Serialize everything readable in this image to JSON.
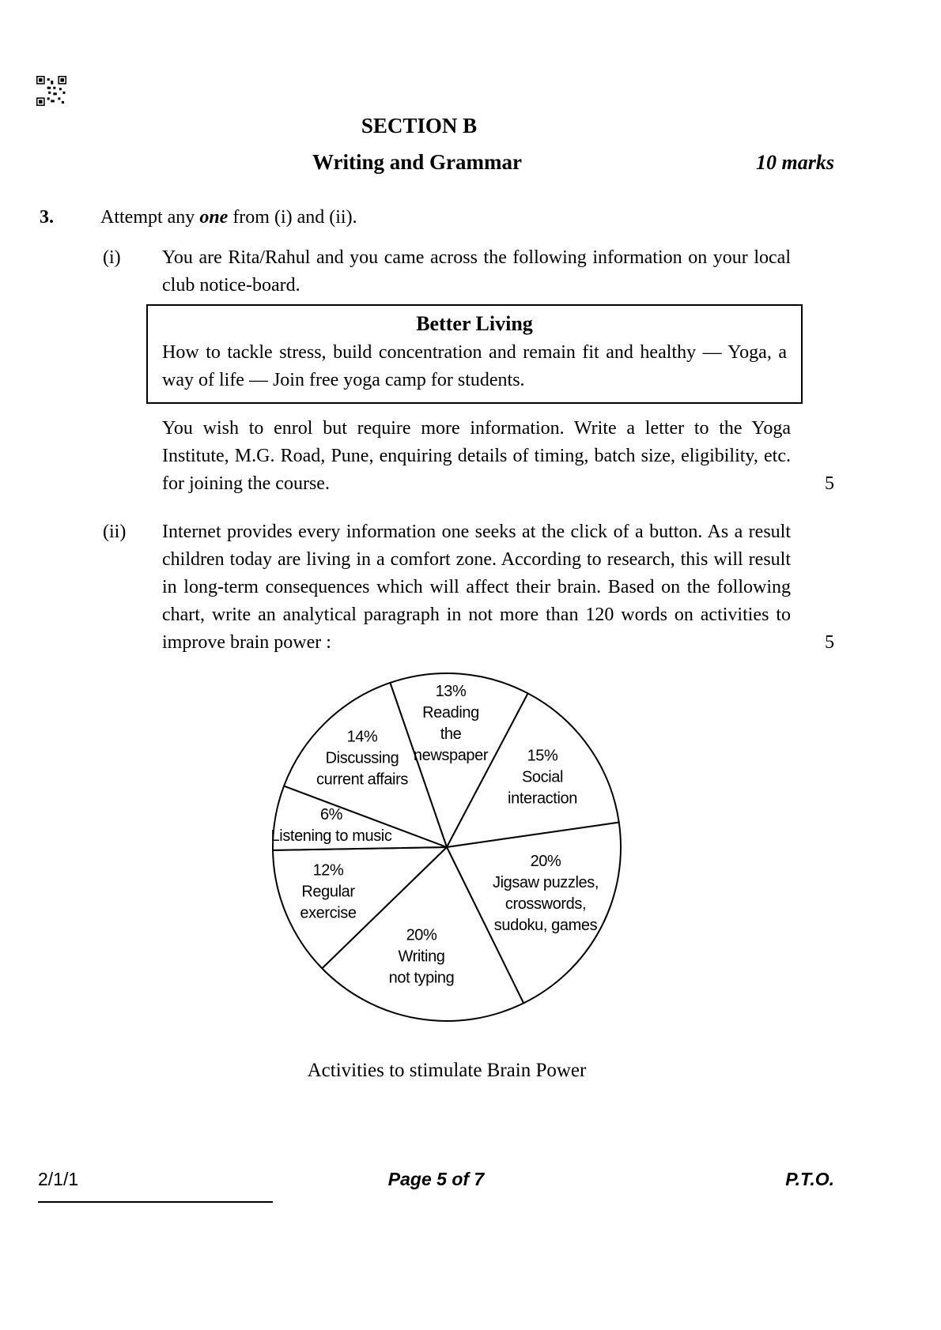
{
  "page": {
    "section_title": "SECTION B",
    "subtitle": "Writing and Grammar",
    "marks_total": "10 marks"
  },
  "q3": {
    "number": "3.",
    "intro_pre": "Attempt any ",
    "intro_bold": "one",
    "intro_post": " from (i) and (ii).",
    "part_i": {
      "label": "(i)",
      "text": "You are Rita/Rahul and you came across the following information on your local club notice-board.",
      "notice": {
        "title": "Better Living",
        "body": "How to tackle stress, build concentration and remain fit and healthy — Yoga, a way of life — Join free yoga camp for students."
      },
      "task": "You wish to enrol but require more information. Write a letter to the Yoga Institute, M.G. Road, Pune, enquiring details of timing, batch size, eligibility, etc. for joining the course.",
      "marks": "5"
    },
    "part_ii": {
      "label": "(ii)",
      "text": "Internet provides every information one seeks at the click of a button. As a result children today are living in a comfort zone. According to research, this will result in long-term consequences which will affect their brain. Based on the following chart, write an analytical paragraph in not more than 120 words on activities to improve brain power :",
      "marks": "5"
    }
  },
  "chart_data": {
    "type": "pie",
    "title": "Activities to stimulate Brain Power",
    "start_angle_deg": 109,
    "direction": "clockwise",
    "slices": [
      {
        "label": "Reading the newspaper",
        "value": 13,
        "lines": [
          "13%",
          "Reading",
          "the",
          "newspaper"
        ]
      },
      {
        "label": "Social interaction",
        "value": 15,
        "lines": [
          "15%",
          "Social",
          "interaction"
        ]
      },
      {
        "label": "Jigsaw puzzles, crosswords, sudoku, games",
        "value": 20,
        "lines": [
          "20%",
          "Jigsaw puzzles,",
          "crosswords,",
          "sudoku, games"
        ]
      },
      {
        "label": "Writing not typing",
        "value": 20,
        "lines": [
          "20%",
          "Writing",
          "not typing"
        ]
      },
      {
        "label": "Regular exercise",
        "value": 12,
        "lines": [
          "12%",
          "Regular",
          "exercise"
        ]
      },
      {
        "label": "Listening to music",
        "value": 6,
        "lines": [
          "6%",
          "Listening to music"
        ]
      },
      {
        "label": "Discussing current affairs",
        "value": 14,
        "lines": [
          "14%",
          "Discussing",
          "current affairs"
        ]
      }
    ]
  },
  "footer": {
    "code": "2/1/1",
    "page": "Page 5 of 7",
    "pto": "P.T.O."
  }
}
